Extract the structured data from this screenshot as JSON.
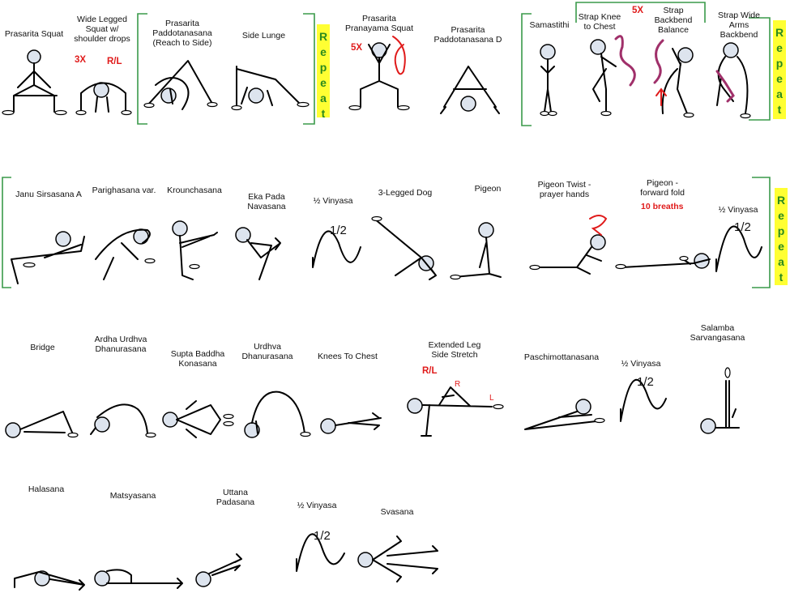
{
  "poses": {
    "prasarita_squat": "Prasarita Squat",
    "wide_legged_squat": "Wide Legged\nSquat w/\nshoulder drops",
    "prasarita_reach": "Prasarita\nPaddotanasana\n(Reach to Side)",
    "side_lunge": "Side Lunge",
    "prasarita_pranayama": "Prasarita\nPranayama Squat",
    "prasarita_d": "Prasarita\nPaddotanasana D",
    "samasthiti": "Samastithi",
    "strap_knee": "Strap Knee\nto Chest",
    "strap_backbend": "Strap\nBackbend\nBalance",
    "strap_wide": "Strap Wide\nArms\nBackbend",
    "janu_sirsasana": "Janu Sirsasana A",
    "parighasana": "Parighasana var.",
    "krounchasana": "Krounchasana",
    "eka_pada": "Eka Pada\nNavasana",
    "vinyasa": "½ Vinyasa",
    "three_legged_dog": "3-Legged Dog",
    "pigeon": "Pigeon",
    "pigeon_twist": "Pigeon Twist -\nprayer hands",
    "pigeon_fold": "Pigeon -\nforward fold",
    "bridge": "Bridge",
    "ardha_urdhva": "Ardha Urdhva\nDhanurasana",
    "supta_baddha": "Supta Baddha\nKonasana",
    "urdhva_dhanurasana": "Urdhva\nDhanurasana",
    "knees_to_chest": "Knees To Chest",
    "extended_leg": "Extended Leg\nSide Stretch",
    "paschimottanasana": "Paschimottanasana",
    "salamba": "Salamba\nSarvangasana",
    "halasana": "Halasana",
    "matsyasana": "Matsyasana",
    "uttana": "Uttana\nPadasana",
    "svasana": "Svasana"
  },
  "annotations": {
    "three_x": "3X",
    "r_l": "R/L",
    "five_x": "5X",
    "ten_breaths": "10 breaths",
    "r": "R",
    "l": "L",
    "half": "1/2"
  },
  "repeat_letters": [
    "R",
    "e",
    "p",
    "e",
    "a",
    "t"
  ],
  "colors": {
    "annotation_red": "#e01b1b",
    "repeat_bg": "#ffff33",
    "repeat_text": "#2a8a1e",
    "bracket_green": "#3a9a4a",
    "strap_purple": "#a0306a",
    "head_fill": "#dde4ee"
  }
}
